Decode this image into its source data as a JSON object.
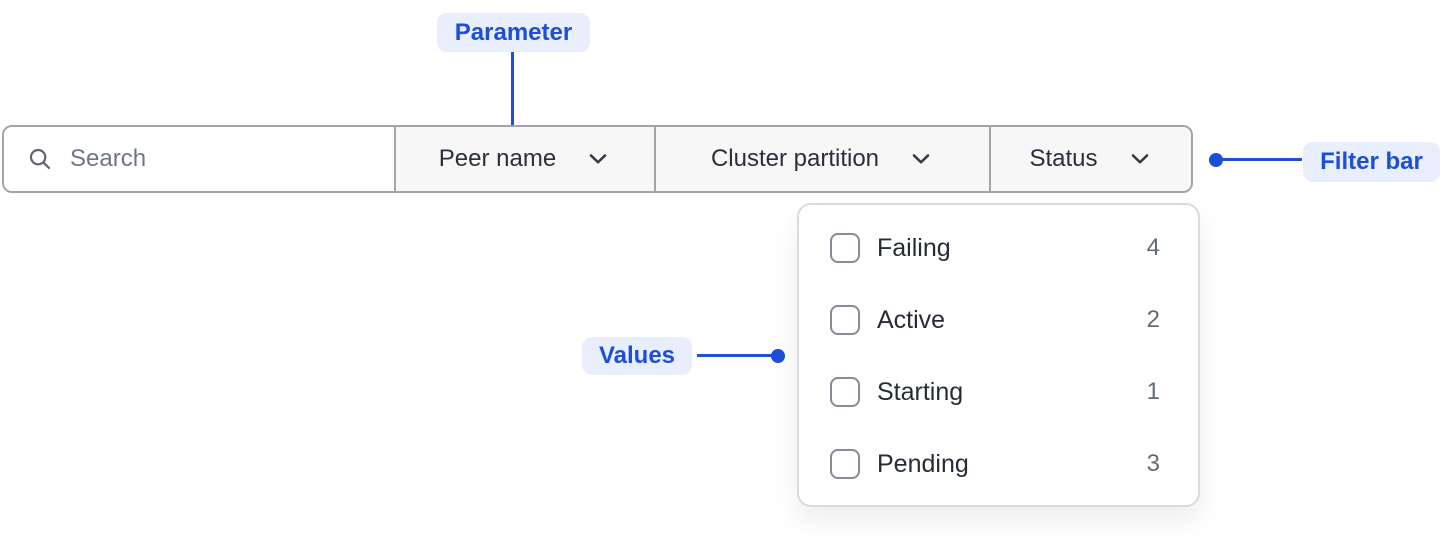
{
  "annotations": {
    "parameter_label": "Parameter",
    "filter_bar_label": "Filter bar",
    "values_label": "Values"
  },
  "filter_bar": {
    "search_placeholder": "Search",
    "parameters": [
      {
        "label": "Peer name"
      },
      {
        "label": "Cluster partition"
      },
      {
        "label": "Status"
      }
    ]
  },
  "status_dropdown": {
    "items": [
      {
        "label": "Failing",
        "count": "4",
        "checked": false
      },
      {
        "label": "Active",
        "count": "2",
        "checked": false
      },
      {
        "label": "Starting",
        "count": "1",
        "checked": false
      },
      {
        "label": "Pending",
        "count": "3",
        "checked": false
      }
    ]
  },
  "icons": {
    "search": "search-icon",
    "chevron": "chevron-down-icon"
  },
  "colors": {
    "accent": "#1d4ed8",
    "annotation_badge_bg": "#e8eefc",
    "bar_border": "#a0a5ad",
    "segment_bg": "#f7f7f8",
    "panel_border": "#d8dbdf",
    "text_dark": "#262c36",
    "text_muted": "#646b77",
    "placeholder": "#6f7683"
  }
}
